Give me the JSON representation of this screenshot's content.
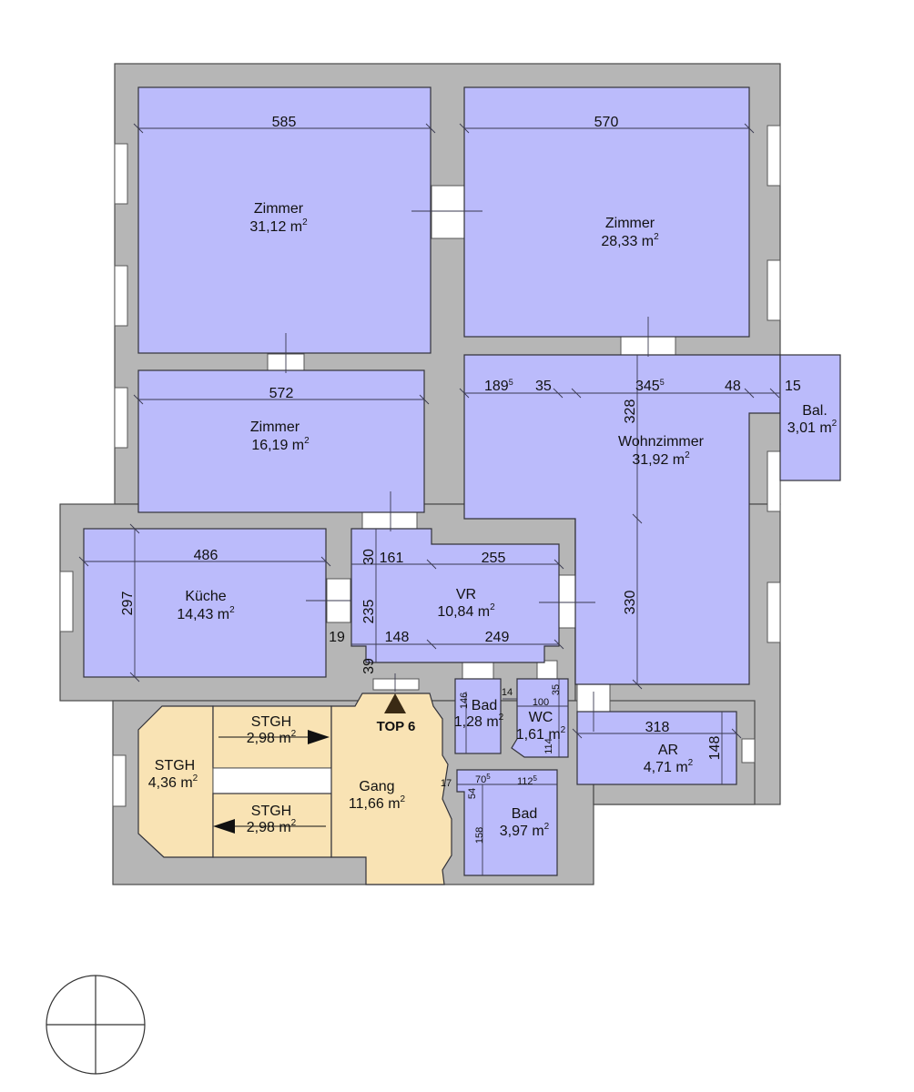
{
  "rooms": {
    "zimmer_1": {
      "name": "Zimmer",
      "area": "31,12 m",
      "sup": "2"
    },
    "zimmer_2": {
      "name": "Zimmer",
      "area": "28,33 m",
      "sup": "2"
    },
    "zimmer_3": {
      "name": "Zimmer",
      "area": "16,19 m",
      "sup": "2"
    },
    "wohnzimmer": {
      "name": "Wohnzimmer",
      "area": "31,92 m",
      "sup": "2"
    },
    "balkon": {
      "name": "Bal.",
      "area": "3,01 m",
      "sup": "2"
    },
    "kueche": {
      "name": "Küche",
      "area": "14,43 m",
      "sup": "2"
    },
    "vr": {
      "name": "VR",
      "area": "10,84 m",
      "sup": "2"
    },
    "bad_1": {
      "name": "Bad",
      "area": "1,28 m",
      "sup": "2"
    },
    "wc": {
      "name": "WC",
      "area": "1,61 m",
      "sup": "2"
    },
    "ar": {
      "name": "AR",
      "area": "4,71 m",
      "sup": "2"
    },
    "bad_2": {
      "name": "Bad",
      "area": "3,97 m",
      "sup": "2"
    },
    "gang": {
      "name": "Gang",
      "area": "11,66 m",
      "sup": "2"
    },
    "stgh_main": {
      "name": "STGH",
      "area": "4,36 m",
      "sup": "2"
    },
    "stgh_upper": {
      "name": "STGH",
      "area": "2,98 m",
      "sup": "2"
    },
    "stgh_lower": {
      "name": "STGH",
      "area": "2,98 m",
      "sup": "2"
    }
  },
  "entrance": {
    "label": "TOP 6"
  },
  "dimensions": {
    "zimmer_1_width": "585",
    "zimmer_2_width": "570",
    "zimmer_3_width": "572",
    "wohn_a": "189",
    "wohn_a_sup": "5",
    "wohn_b": "35",
    "wohn_c": "345",
    "wohn_c_sup": "5",
    "wohn_d": "48",
    "wohn_e": "15",
    "wohn_height_top": "328",
    "wohn_height_bottom": "330",
    "kueche_width": "486",
    "kueche_height": "297",
    "vr_a": "30",
    "vr_b": "161",
    "vr_c": "255",
    "vr_height": "235",
    "vr_wall": "19",
    "vr_d": "148",
    "vr_e": "249",
    "vr_f": "39",
    "bad_1_height": "146",
    "wc_a": "14",
    "wc_b": "100",
    "wc_c": "35",
    "wc_height": "114",
    "ar_width": "318",
    "ar_height": "148",
    "bad_2_a": "17",
    "bad_2_b": "70",
    "bad_2_b_sup": "5",
    "bad_2_c": "112",
    "bad_2_c_sup": "5",
    "bad_2_d": "54",
    "bad_2_height": "158"
  },
  "colors": {
    "room": "#bbbbfb",
    "stair": "#f9e3b4",
    "wall": "#b6b6b6",
    "accent": "#3a2a14"
  },
  "icons": {
    "compass": "compass-icon",
    "entrance": "entrance-arrow-icon"
  }
}
